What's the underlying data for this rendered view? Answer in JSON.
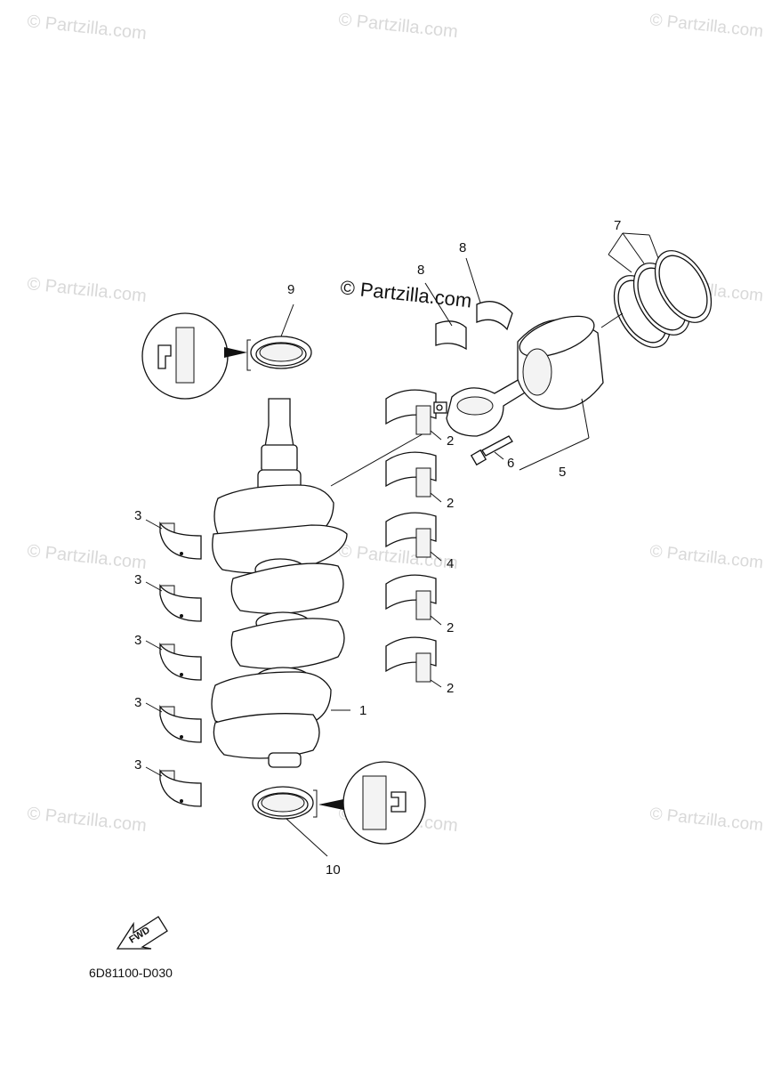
{
  "watermark": {
    "text": "© Partzilla.com",
    "center_text": "© Partzilla.com"
  },
  "callouts": {
    "crankshaft": "1",
    "main_bearing_upper_1": "2",
    "main_bearing_upper_2": "2",
    "main_bearing_upper_3": "2",
    "main_bearing_upper_4": "2",
    "main_bearing_lower_1": "3",
    "main_bearing_lower_2": "3",
    "main_bearing_lower_3": "3",
    "main_bearing_lower_4": "3",
    "main_bearing_lower_5": "3",
    "thrust_bearing": "4",
    "piston_assembly": "5",
    "conrod_bolt": "6",
    "piston_rings": "7",
    "conrod_bearing_a": "8",
    "conrod_bearing_b": "8",
    "upper_oil_seal": "9",
    "lower_oil_seal": "10"
  },
  "fwd_label": "FWD",
  "diagram_code": "6D81100-D030"
}
